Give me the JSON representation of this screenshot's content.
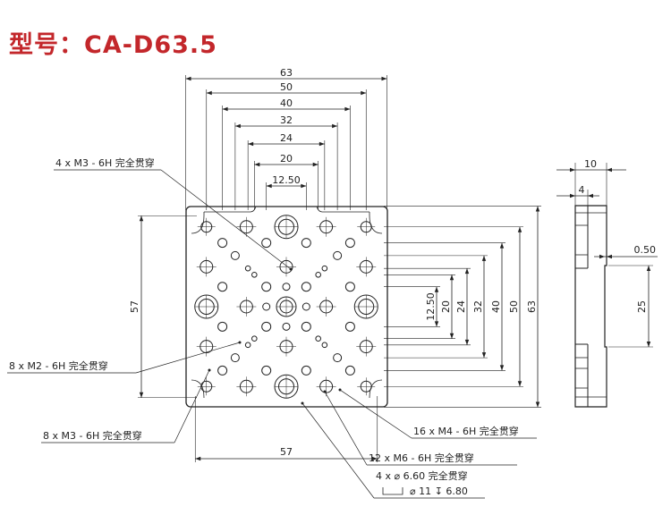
{
  "title": "型号：CA-D63.5",
  "colors": {
    "title": "#c3272b",
    "line": "#222222"
  },
  "top_dims": [
    "63",
    "50",
    "40",
    "32",
    "24",
    "20",
    "12.50"
  ],
  "right_dims": [
    "12.50",
    "20",
    "24",
    "32",
    "40",
    "50",
    "63"
  ],
  "left_dim": "57",
  "bottom_dim": "57",
  "side_view": {
    "width": "10",
    "step": "4",
    "recess_depth": "0.50",
    "recess_length": "25"
  },
  "callouts": {
    "m3_4": "4 x  M3 - 6H 完全贯穿",
    "m2_8": "8 x  M2 - 6H 完全贯穿",
    "m3_8": "8 x  M3 - 6H 完全贯穿",
    "m4_16": "16 x  M4 - 6H 完全贯穿",
    "m6_12": "12 x  M6 - 6H 完全贯穿",
    "thru_4": "4 x  ⌀ 6.60 完全贯穿",
    "cbore": "⌀ 11 ↧ 6.80"
  }
}
